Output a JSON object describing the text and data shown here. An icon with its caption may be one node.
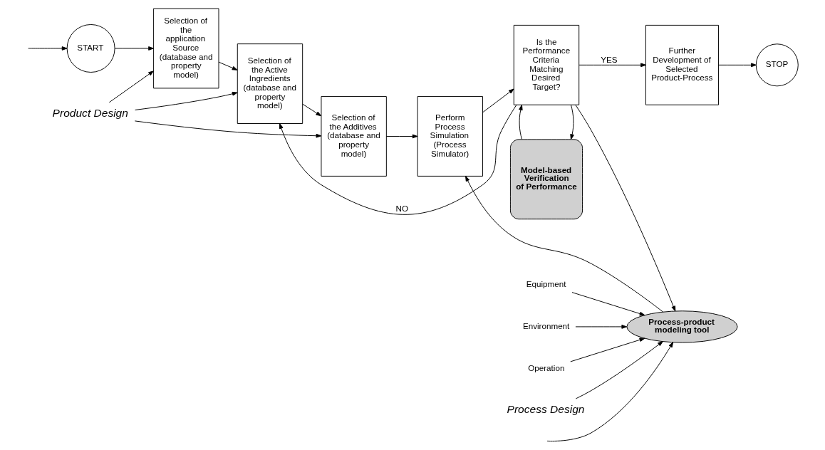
{
  "diagram": {
    "nodes": [
      {
        "text": [
          "START"
        ]
      },
      {
        "text": [
          "Selection of the application Source (database and property model)"
        ]
      },
      {
        "text": [
          "Selection of the Active Ingredients (database and property model)"
        ]
      },
      {
        "text": [
          "Selection of the Additives (database and property model)"
        ]
      },
      {
        "text": [
          "Perform Process Simulation (Process Simulator)"
        ]
      },
      {
        "text": [
          "Is the Performance Criteria Matching Desired Target?"
        ]
      },
      {
        "text": [
          "Model-based Verification of Performance"
        ]
      },
      {
        "text": [
          "Further Development of Selected Product-Process"
        ]
      },
      {
        "text": [
          "STOP"
        ]
      },
      {
        "text": [
          "Product Design"
        ]
      },
      {
        "text": [
          "Process-product modeling tool"
        ]
      },
      {
        "text": [
          "Equipment"
        ]
      },
      {
        "text": [
          "Environment"
        ]
      },
      {
        "text": [
          "Operation"
        ]
      },
      {
        "text": [
          "Process Design"
        ]
      }
    ],
    "edges": [
      {
        "from": null,
        "to": 0,
        "arrow": "to"
      },
      {
        "from": 0,
        "to": 1,
        "arrow": "to"
      },
      {
        "from": 1,
        "to": 2,
        "arrow": "to"
      },
      {
        "from": 2,
        "to": 3,
        "arrow": "to"
      },
      {
        "from": 3,
        "to": 4,
        "arrow": "to"
      },
      {
        "from": 4,
        "to": 5,
        "arrow": "to"
      },
      {
        "from": 5,
        "to": 6,
        "arrow": "to"
      },
      {
        "from": 6,
        "to": 5,
        "arrow": "to"
      },
      {
        "from": 5,
        "to": 7,
        "arrow": "to",
        "label": "YES"
      },
      {
        "from": 7,
        "to": 8,
        "arrow": "to"
      },
      {
        "from": 9,
        "to": 1,
        "arrow": "to"
      },
      {
        "from": 9,
        "to": 2,
        "arrow": "to"
      },
      {
        "from": 9,
        "to": 3,
        "arrow": "to"
      },
      {
        "from": 10,
        "to": 4,
        "arrow": "to"
      },
      {
        "from": 11,
        "to": 10,
        "arrow": "to"
      },
      {
        "from": 12,
        "to": 10,
        "arrow": "to"
      },
      {
        "from": 13,
        "to": 10,
        "arrow": "to"
      },
      {
        "from": null,
        "to": 10,
        "arrow": "to"
      },
      {
        "from": 14,
        "to": 10,
        "arrow": "to"
      },
      {
        "from": 5,
        "to": 2,
        "arrow": "to",
        "label": "NO"
      },
      {
        "from": 5,
        "to": 10,
        "arrow": "to"
      }
    ]
  }
}
